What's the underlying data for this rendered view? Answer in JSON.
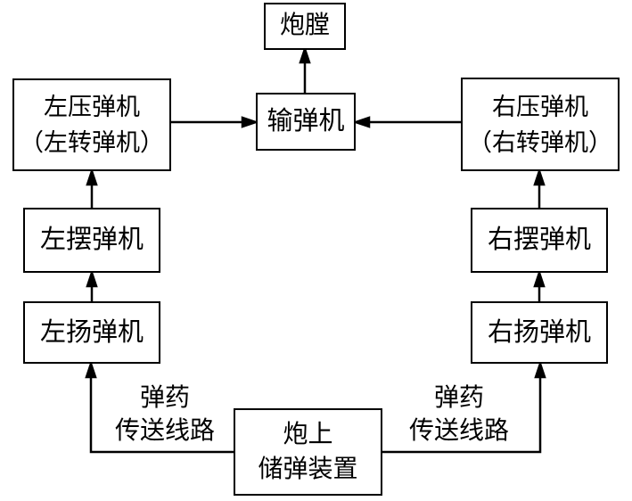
{
  "nodes": {
    "bore": {
      "label": "炮膛"
    },
    "feeder": {
      "label": "输弹机"
    },
    "left_press": {
      "line1": "左压弹机",
      "line2": "（左转弹机）"
    },
    "right_press": {
      "line1": "右压弹机",
      "line2": "（右转弹机）"
    },
    "left_swing": {
      "label": "左摆弹机"
    },
    "right_swing": {
      "label": "右摆弹机"
    },
    "left_hoist": {
      "label": "左扬弹机"
    },
    "right_hoist": {
      "label": "右扬弹机"
    },
    "storage": {
      "line1": "炮上",
      "line2": "储弹装置"
    }
  },
  "route_labels": {
    "left": {
      "line1": "弹药",
      "line2": "传送线路"
    },
    "right": {
      "line1": "弹药",
      "line2": "传送线路"
    }
  },
  "colors": {
    "background": "#ffffff",
    "line": "#000000",
    "box_border": "#000000",
    "text": "#000000"
  }
}
